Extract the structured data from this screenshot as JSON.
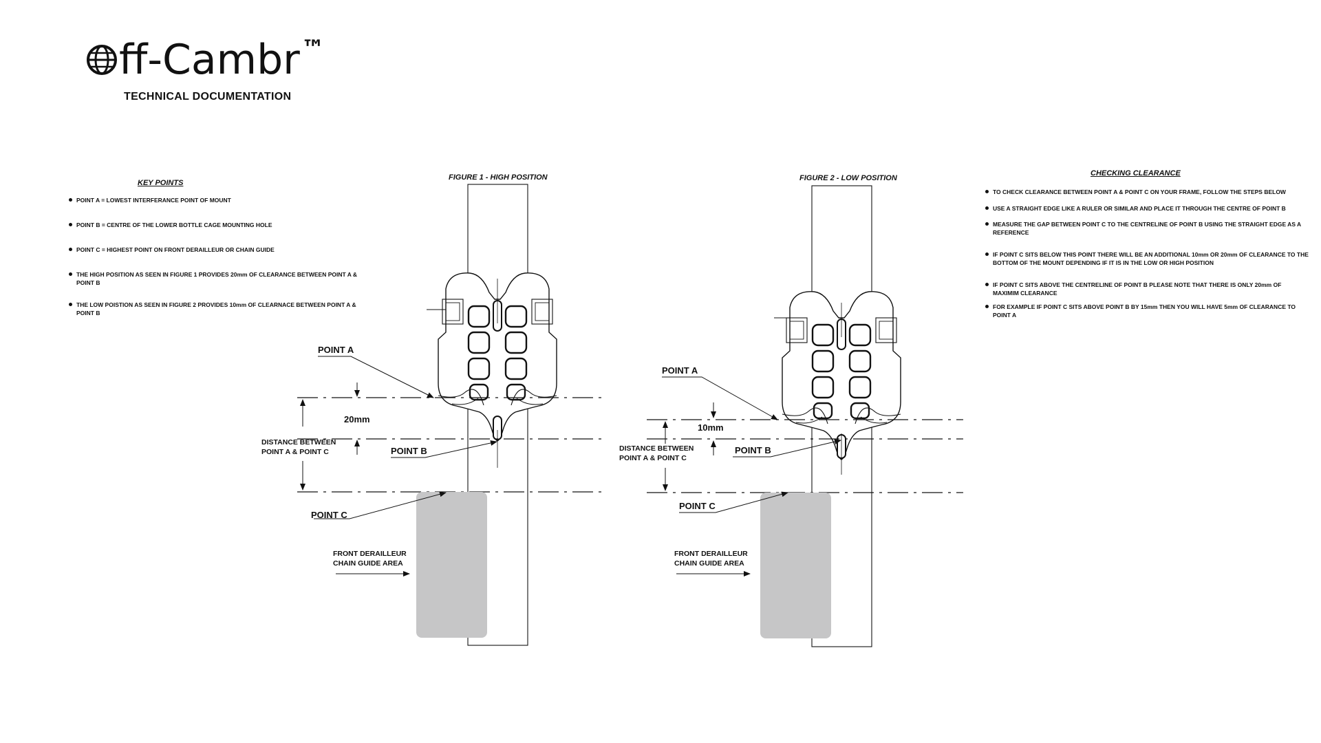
{
  "header": {
    "brand": "ff-Cambr",
    "trademark": "™",
    "subtitle": "TECHNICAL DOCUMENTATION"
  },
  "key_points": {
    "heading": "KEY POINTS",
    "items": [
      "POINT A = LOWEST INTERFERANCE POINT OF MOUNT",
      "POINT B = CENTRE OF THE LOWER BOTTLE CAGE MOUNTING HOLE",
      "POINT C = HIGHEST POINT ON FRONT DERAILLEUR OR CHAIN GUIDE",
      "THE HIGH POSITION AS SEEN IN FIGURE 1 PROVIDES 20mm OF CLEARANCE BETWEEN POINT A & POINT B",
      "THE LOW POISTION AS SEEN IN FIGURE 2 PROVIDES 10mm OF CLEARNACE BETWEEN POINT A & POINT B"
    ]
  },
  "checking": {
    "heading": "CHECKING CLEARANCE",
    "items": [
      "TO CHECK CLEARANCE BETWEEN POINT A & POINT C ON YOUR FRAME, FOLLOW THE STEPS BELOW",
      "USE A STRAIGHT EDGE LIKE A RULER OR SIMILAR AND PLACE IT THROUGH THE CENTRE OF POINT B",
      "MEASURE THE GAP BETWEEN POINT C TO THE CENTRELINE OF POINT B USING THE STRAIGHT EDGE AS A REFERENCE",
      "IF POINT C SITS BELOW THIS POINT THERE WILL BE AN ADDITIONAL 10mm OR 20mm OF CLEARANCE TO THE BOTTOM OF THE MOUNT DEPENDING IF IT IS IN THE LOW OR HIGH POSITION",
      "IF POINT C SITS ABOVE THE CENTRELINE OF POINT B PLEASE NOTE THAT THERE IS ONLY 20mm OF MAXIMIM CLEARANCE",
      "FOR EXAMPLE IF POINT C SITS ABOVE POINT B BY 15mm THEN YOU WILL HAVE 5mm OF CLEARANCE TO POINT A"
    ]
  },
  "figure1": {
    "title": "FIGURE 1 - HIGH POSITION",
    "point_a": "POINT A",
    "point_b": "POINT B",
    "point_c": "POINT C",
    "dimension": "20mm",
    "distance_label_1": "DISTANCE BETWEEN",
    "distance_label_2": "POINT A & POINT C",
    "area_label_1": "FRONT DERAILLEUR",
    "area_label_2": "CHAIN GUIDE AREA"
  },
  "figure2": {
    "title": "FIGURE 2 - LOW POSITION",
    "point_a": "POINT A",
    "point_b": "POINT B",
    "point_c": "POINT C",
    "dimension": "10mm",
    "distance_label_1": "DISTANCE BETWEEN",
    "distance_label_2": "POINT A & POINT C",
    "area_label_1": "FRONT DERAILLEUR",
    "area_label_2": "CHAIN GUIDE AREA"
  },
  "colors": {
    "ink": "#111111",
    "guide_area": "#c6c6c7"
  }
}
